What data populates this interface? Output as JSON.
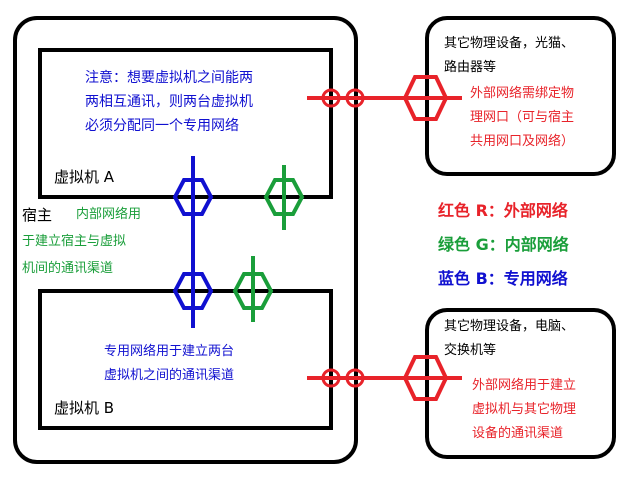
{
  "colors": {
    "red": "#e8232a",
    "green": "#1a9e3a",
    "blue": "#1010d0",
    "black": "#000000"
  },
  "host": {
    "label": "宿主",
    "note_lines": [
      "内部网络用",
      "于建立宿主与虚拟",
      "机间的通讯渠道"
    ]
  },
  "vm_a": {
    "label": "虚拟机 A",
    "note_lines": [
      "注意：想要虚拟机之间能两",
      "两相互通讯，则两台虚拟机",
      "必须分配同一个专用网络"
    ]
  },
  "vm_b": {
    "label": "虚拟机 B",
    "note_lines": [
      "专用网络用于建立两台",
      "虚拟机之间的通讯渠道"
    ]
  },
  "device_top": {
    "lines": [
      "其它物理设备，光猫、",
      "路由器等"
    ]
  },
  "device_bottom": {
    "lines": [
      "其它物理设备，电脑、",
      "交换机等"
    ]
  },
  "external_top_note": {
    "lines": [
      "外部网络需绑定物",
      "理网口（可与宿主",
      "共用网口及网络）"
    ]
  },
  "external_bottom_note": {
    "lines": [
      "外部网络用于建立",
      "虚拟机与其它物理",
      "设备的通讯渠道"
    ]
  },
  "legend": [
    {
      "text": "红色 R：外部网络",
      "color": "#e8232a"
    },
    {
      "text": "绿色 G：内部网络",
      "color": "#1a9e3a"
    },
    {
      "text": "蓝色 B：专用网络",
      "color": "#1010d0"
    }
  ]
}
